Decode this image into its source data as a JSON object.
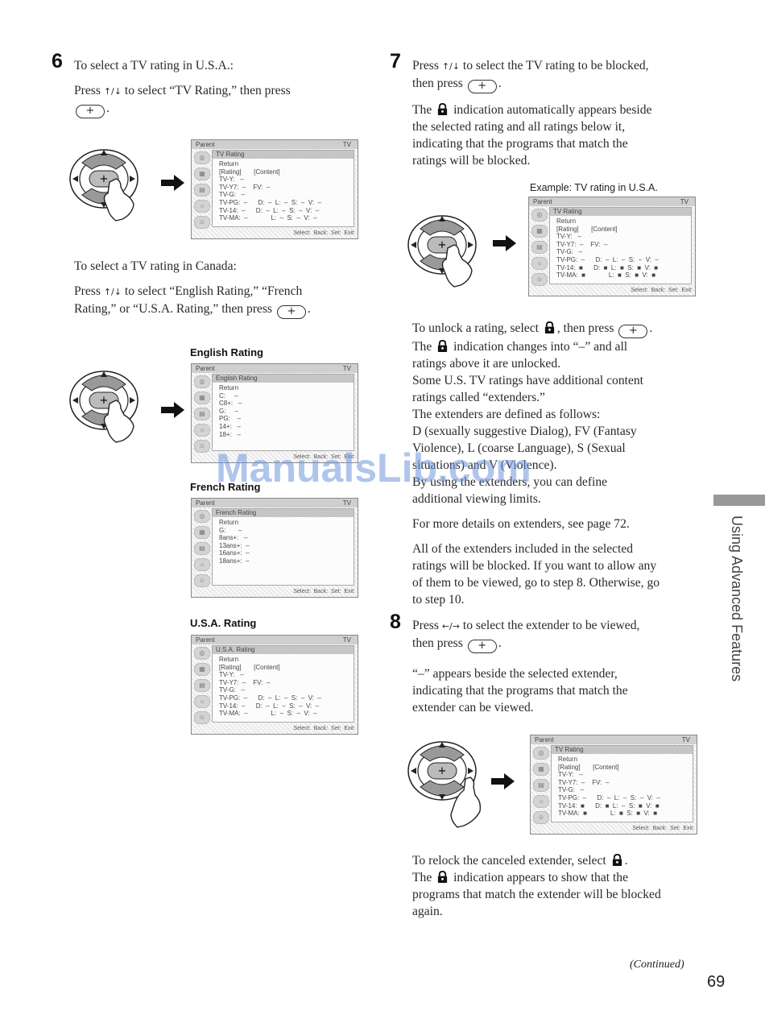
{
  "step6": {
    "num": "6",
    "line1": "To select a TV rating in U.S.A.:",
    "line2_pre": "Press",
    "line2_arrows": "↑/↓",
    "line2_post": "to select “TV Rating,” then press",
    "canada_line": "To select a TV rating in Canada:",
    "canada_pre": "Press",
    "canada_arrows": "↑/↓",
    "canada_mid": "to select “English Rating,” “French",
    "canada_line2": "Rating,” or “U.S.A. Rating,” then press"
  },
  "labels": {
    "english": "English Rating",
    "french": "French Rating",
    "usa": "U.S.A. Rating",
    "example": "Example: TV rating in U.S.A."
  },
  "step7": {
    "num": "7",
    "p1a_pre": "Press",
    "p1a_arrows": "↑/↓",
    "p1a_post": "to select the TV rating to be blocked,",
    "p1b": "then press",
    "p2a_pre": "The",
    "p2a_post": "indication automatically appears beside",
    "p2b": "the selected rating and all ratings below it,",
    "p2c": "indicating that the programs that match the",
    "p2d": "ratings will be blocked.",
    "unlock_a_pre": "To unlock a rating, select",
    "unlock_a_mid": ", then press",
    "unlock_b_pre": "The",
    "unlock_b_post": "indication changes into “–” and all",
    "unlock_c": "ratings above it are unlocked.",
    "ext1": "Some U.S. TV ratings have additional content",
    "ext2": "ratings called “extenders.”",
    "ext3": "The extenders are defined as follows:",
    "ext4": "D (sexually suggestive Dialog), FV (Fantasy",
    "ext5": "Violence), L (coarse Language), S (Sexual",
    "ext6": "situations) and V (Violence).",
    "ext7": "By using the extenders, you can define",
    "ext8": "additional viewing limits.",
    "more": "For more details on extenders, see page 72.",
    "all1": "All of the extenders included in the selected",
    "all2": "ratings will be blocked. If you want to allow any",
    "all3": "of them to be viewed, go to step 8. Otherwise, go",
    "all4": "to step 10."
  },
  "step8": {
    "num": "8",
    "p1_pre": "Press",
    "p1_arrows": "←/→",
    "p1_post": "to select the extender to be viewed,",
    "p1b": "then press",
    "p2a": "“–” appears beside the selected extender,",
    "p2b": "indicating that the programs that match the",
    "p2c": "extender can be viewed.",
    "relock_a": "To relock the canceled extender, select",
    "relock_b_pre": "The",
    "relock_b_post": "indication appears to show that the",
    "relock_c": "programs that match the extender will be blocked",
    "relock_d": "again."
  },
  "screens": {
    "header_left": "Parent",
    "header_right": "TV",
    "footer": "Select:  Back:  Set:  Exit:",
    "tv_title": "TV Rating",
    "tv_body": "Return\n[Rating]       [Content]\nTV-Y:   –\nTV-Y7:  –    FV:  –\nTV-G:   –\nTV-PG:  –      D:  –  L:  –  S:  –  V:  –\nTV-14:  –      D:  –  L:  –  S:  –  V:  –\nTV-MA:  –             L:  –  S:  –  V:  –",
    "eng_title": "English Rating",
    "eng_body": "Return\nC:     –\nC8+:   –\nG:     –\nPG:    –\n14+:   –\n18+:   –",
    "fr_title": "French Rating",
    "fr_body": "Return\nG:       –\n8ans+:   –\n13ans+:  –\n16ans+:  –\n18ans+:  –",
    "usa_title": "U.S.A. Rating",
    "usa_body": "Return\n[Rating]       [Content]\nTV-Y:   –\nTV-Y7:  –    FV:  –\nTV-G:   –\nTV-PG:  –      D:  –  L:  –  S:  –  V:  –\nTV-14:  –      D:  –  L:  –  S:  –  V:  –\nTV-MA:  –             L:  –  S:  –  V:  –",
    "ex_body": "Return\n[Rating]       [Content]\nTV-Y:   –\nTV-Y7:  –    FV:  –\nTV-G:   –\nTV-PG:  –      D:  –  L:  –  S:  –  V:  –\nTV-14:  ■      D:  ■  L:  ■  S:  ■  V:  ■\nTV-MA:  ■             L:  ■  S:  ■  V:  ■",
    "s8_body": "Return\n[Rating]       [Content]\nTV-Y:   –\nTV-Y7:  –    FV:  –\nTV-G:   –\nTV-PG:  –      D:  –  L:  –  S:  –  V:  –\nTV-14:  ■      D:  ■  L:  –  S:  ■  V:  ■\nTV-MA:  ■             L:  ■  S:  ■  V:  ■"
  },
  "ok_symbol": "+",
  "side_tab": "Using Advanced Features",
  "continued": "(Continued)",
  "page_number": "69",
  "watermark": "ManualsLib.com"
}
